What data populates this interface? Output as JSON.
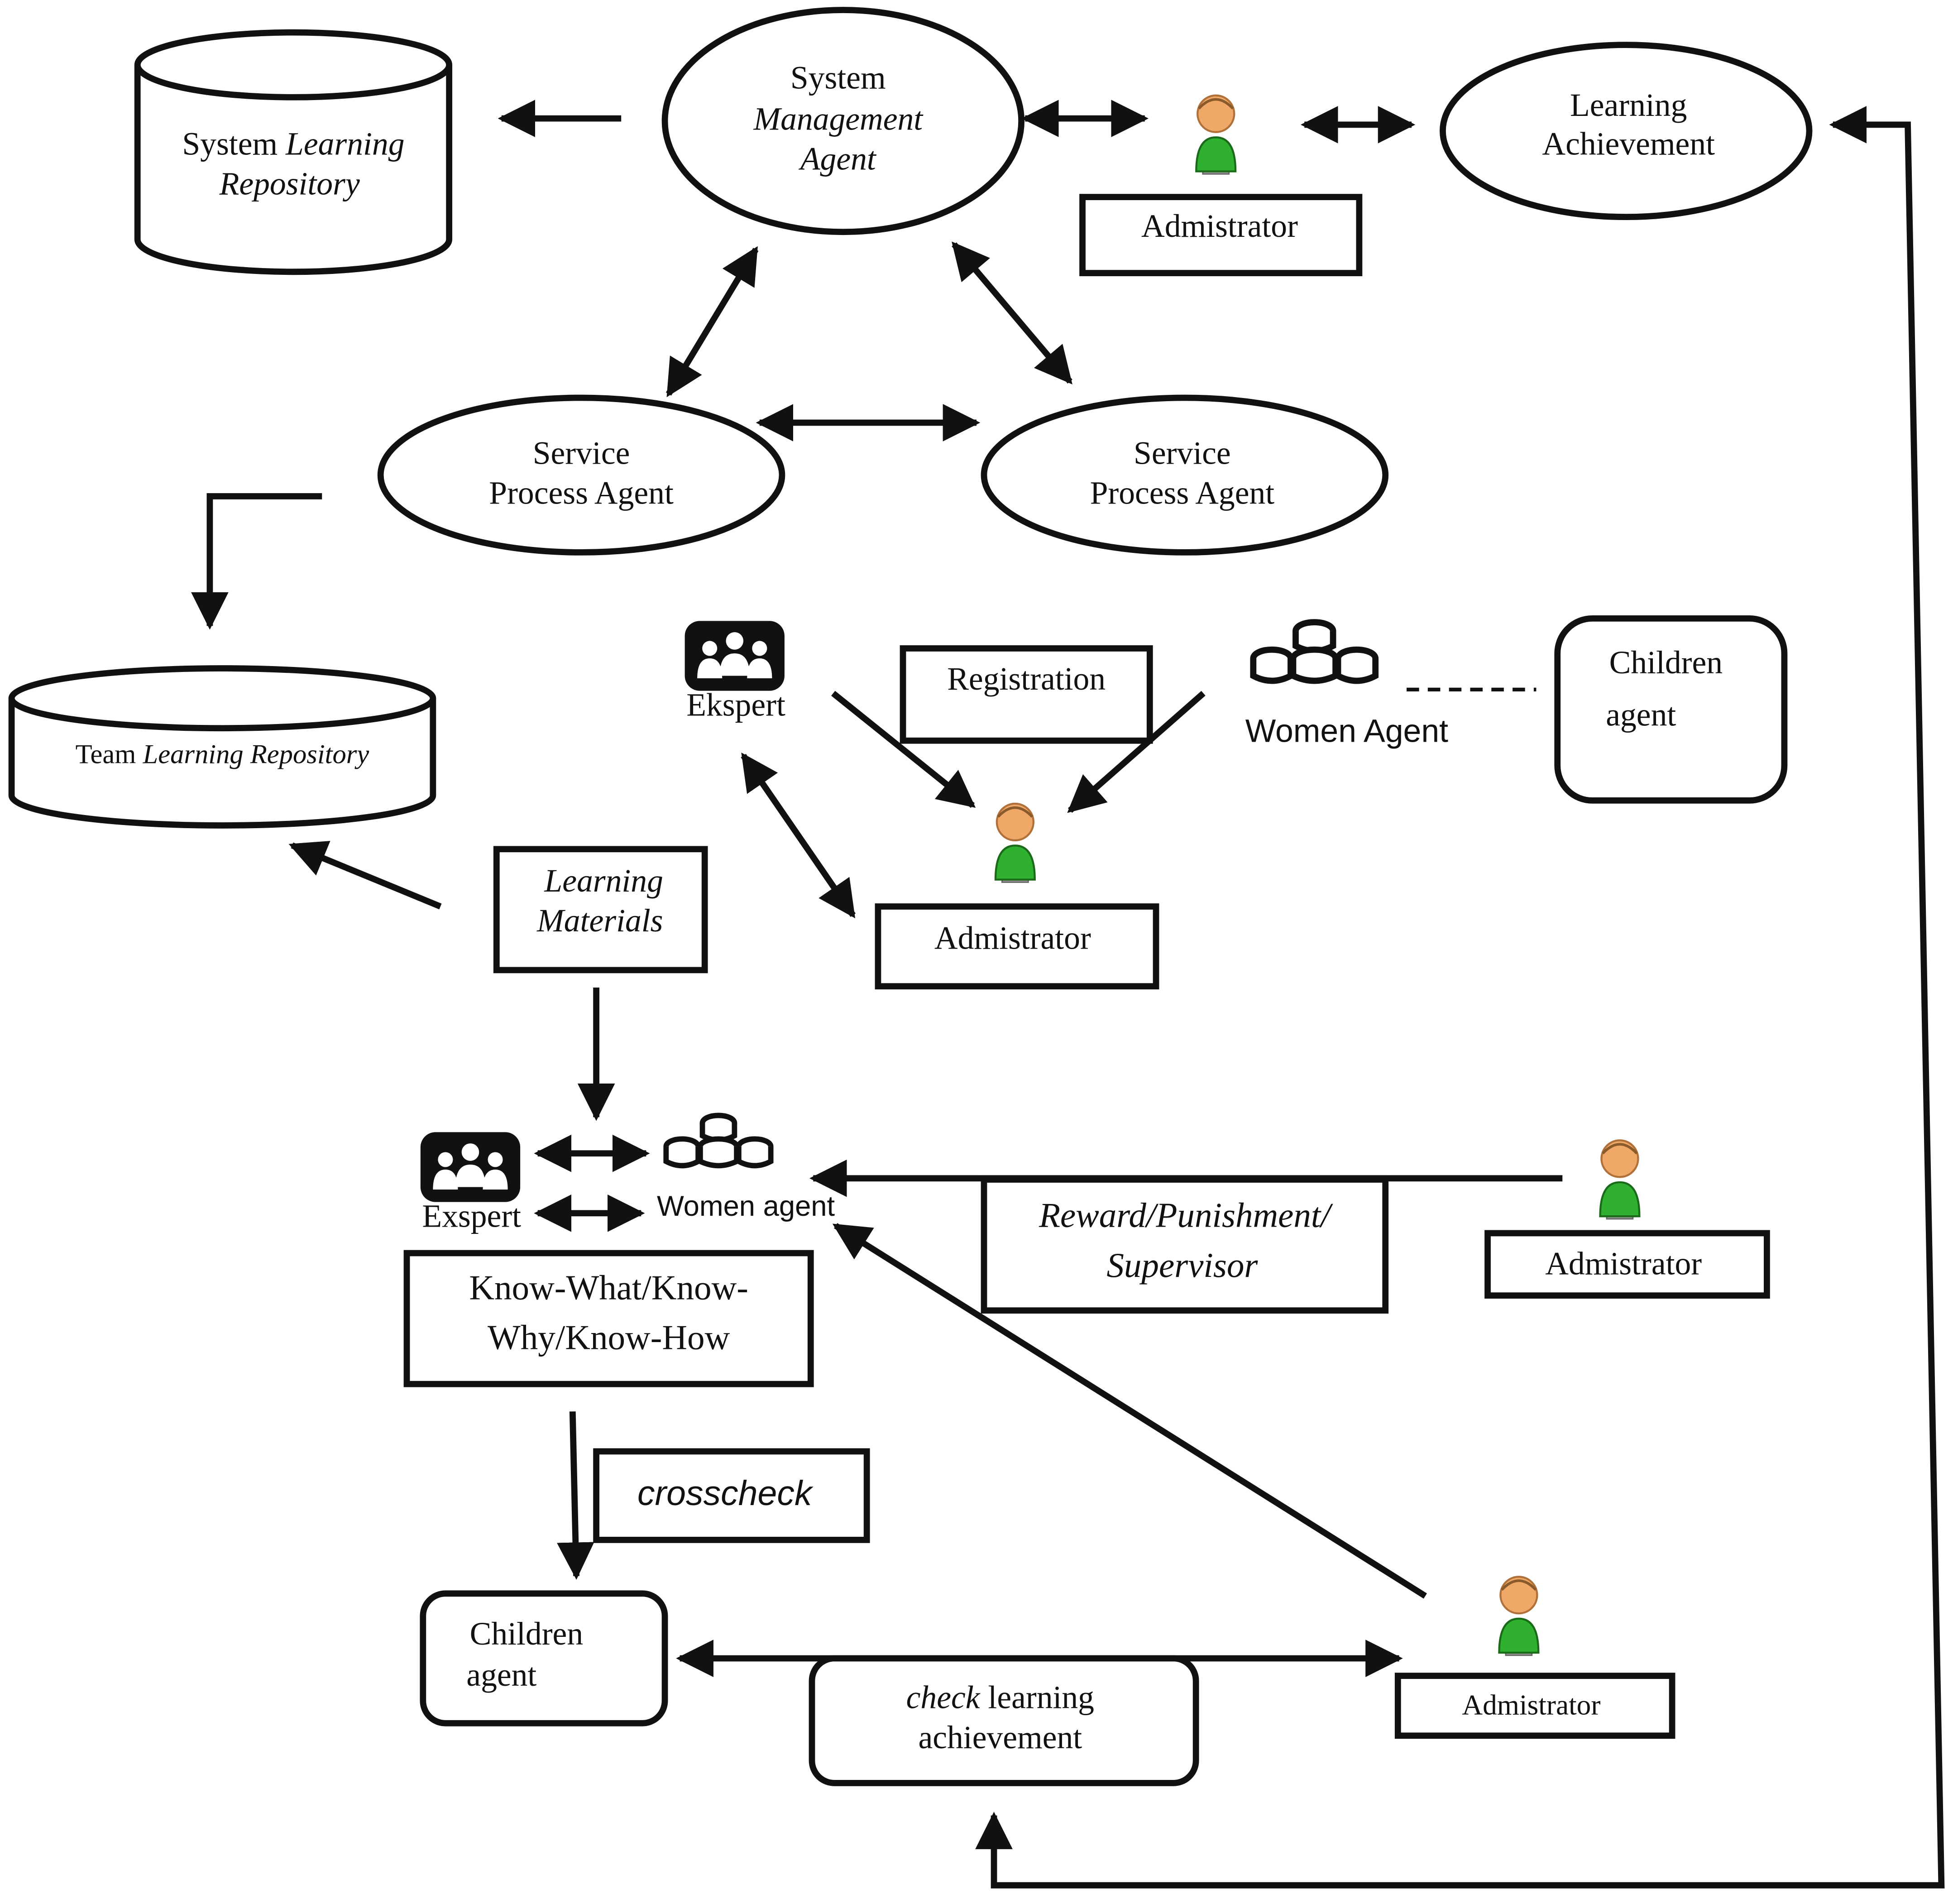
{
  "colors": {
    "stroke": "#111111",
    "background": "#ffffff",
    "person_head": "#f0a868",
    "person_body": "#2fb12f",
    "group_icon": "#111111"
  },
  "icons": {
    "administrator": "person-icon",
    "expert": "group-icon",
    "women": "coins-stack-icon"
  },
  "top": {
    "system_repo": {
      "part1": "System ",
      "part2": "Learning",
      "part3": "Repository"
    },
    "system_mgmt": {
      "line1": "System",
      "line2": "Management",
      "line3": "Agent"
    },
    "admin_label": "Admistrator",
    "learning_achievement": {
      "line1": "Learning",
      "line2": "Achievement"
    },
    "service_left": {
      "line1": "Service",
      "line2": "Process Agent"
    },
    "service_right": {
      "line1": "Service",
      "line2": "Process Agent"
    }
  },
  "middle": {
    "team_repo": {
      "part1": "Team ",
      "part2": "Learning Repository"
    },
    "expert_label": "Ekspert",
    "registration": "Registration",
    "women_label": "Women Agent",
    "children": {
      "line1": "Children",
      "line2": "agent"
    },
    "admin_label": "Admistrator",
    "learning_materials": {
      "line1": "Learning",
      "line2": "Materials"
    }
  },
  "bottom": {
    "expert_label": "Exspert",
    "women_label": "Women agent",
    "know": {
      "line1": "Know-What/Know-",
      "line2": "Why/Know-How"
    },
    "reward": {
      "line1": "Reward/Punishment/",
      "line2": "Supervisor"
    },
    "admin_right_label": "Admistrator",
    "crosscheck": "crosscheck",
    "children": {
      "line1": "Children",
      "line2": "agent"
    },
    "check": {
      "italic": "check",
      "rest": " learning",
      "line2": "achievement"
    },
    "admin_bottom_label": "Admistrator"
  }
}
